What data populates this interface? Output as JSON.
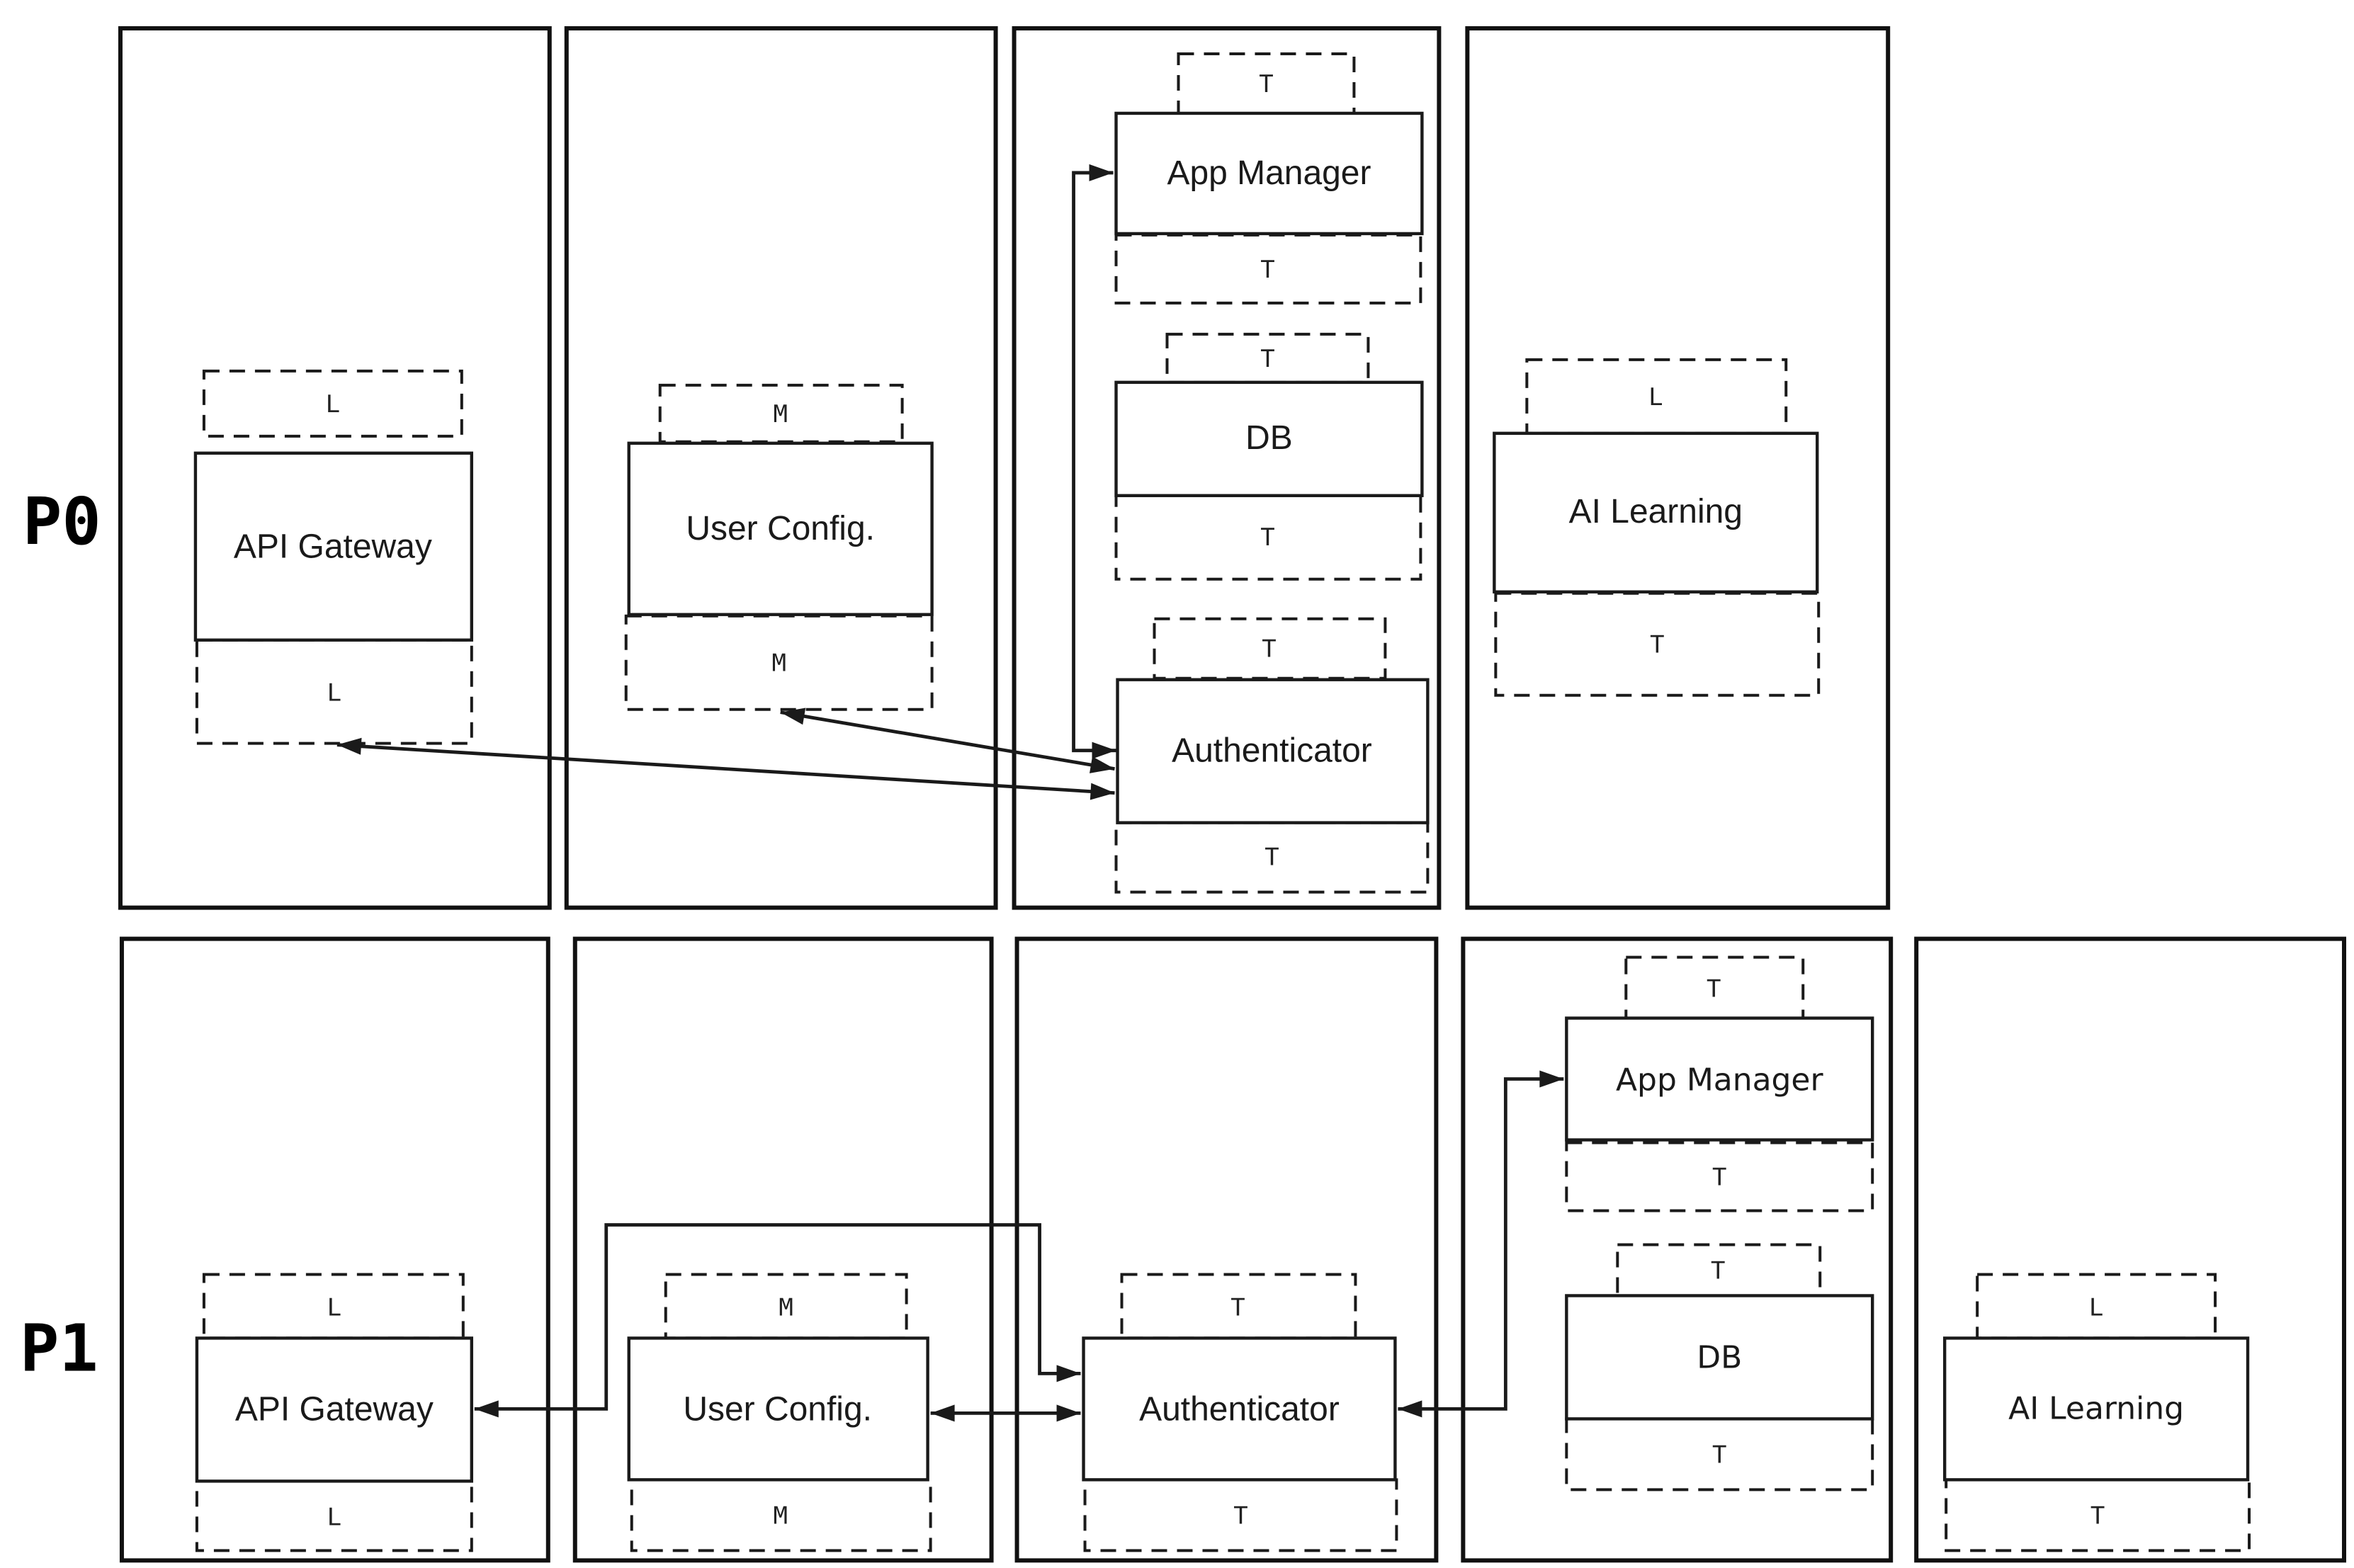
{
  "diagram_title": "",
  "colors": {
    "background": "#ffffff",
    "line": "#1a1a1a"
  },
  "rows": [
    {
      "label": "P0",
      "panels": [
        {
          "components": [
            {
              "label": "API Gateway",
              "top_badge": "L",
              "bottom_badge": "L"
            }
          ]
        },
        {
          "components": [
            {
              "label": "User Config.",
              "top_badge": "M",
              "bottom_badge": "M"
            }
          ]
        },
        {
          "components": [
            {
              "label": "App Manager",
              "top_badge": "T",
              "bottom_badge": "T"
            },
            {
              "label": "DB",
              "top_badge": "T",
              "bottom_badge": "T"
            },
            {
              "label": "Authenticator",
              "top_badge": "T",
              "bottom_badge": "T"
            }
          ]
        },
        {
          "components": [
            {
              "label": "AI Learning",
              "top_badge": "L",
              "bottom_badge": "T"
            }
          ]
        }
      ]
    },
    {
      "label": "P1",
      "panels": [
        {
          "components": [
            {
              "label": "API Gateway",
              "top_badge": "L",
              "bottom_badge": "L"
            }
          ]
        },
        {
          "components": [
            {
              "label": "User Config.",
              "top_badge": "M",
              "bottom_badge": "M"
            }
          ]
        },
        {
          "components": [
            {
              "label": "Authenticator",
              "top_badge": "T",
              "bottom_badge": "T"
            }
          ]
        },
        {
          "components": [
            {
              "label": "App Manager",
              "top_badge": "T",
              "bottom_badge": "T"
            },
            {
              "label": "DB",
              "top_badge": "T",
              "bottom_badge": "T"
            }
          ]
        },
        {
          "components": [
            {
              "label": "AI Learning",
              "top_badge": "L",
              "bottom_badge": "T"
            }
          ]
        }
      ]
    }
  ],
  "connectors": [
    {
      "row": "P0",
      "from": "Authenticator",
      "to": "App Manager",
      "shape": "elbow",
      "arrowheads": "both"
    },
    {
      "row": "P0",
      "from": "Authenticator",
      "to": "API Gateway bottom L badge",
      "shape": "straight",
      "arrowheads": "both"
    },
    {
      "row": "P0",
      "from": "Authenticator",
      "to": "User Config. bottom M badge",
      "shape": "straight",
      "arrowheads": "both"
    },
    {
      "row": "P1",
      "from": "Authenticator",
      "to": "API Gateway",
      "shape": "z-elbow",
      "arrowheads": "both"
    },
    {
      "row": "P1",
      "from": "Authenticator",
      "to": "User Config.",
      "shape": "straight",
      "arrowheads": "both"
    },
    {
      "row": "P1",
      "from": "Authenticator",
      "to": "App Manager",
      "shape": "elbow",
      "arrowheads": "both"
    }
  ]
}
